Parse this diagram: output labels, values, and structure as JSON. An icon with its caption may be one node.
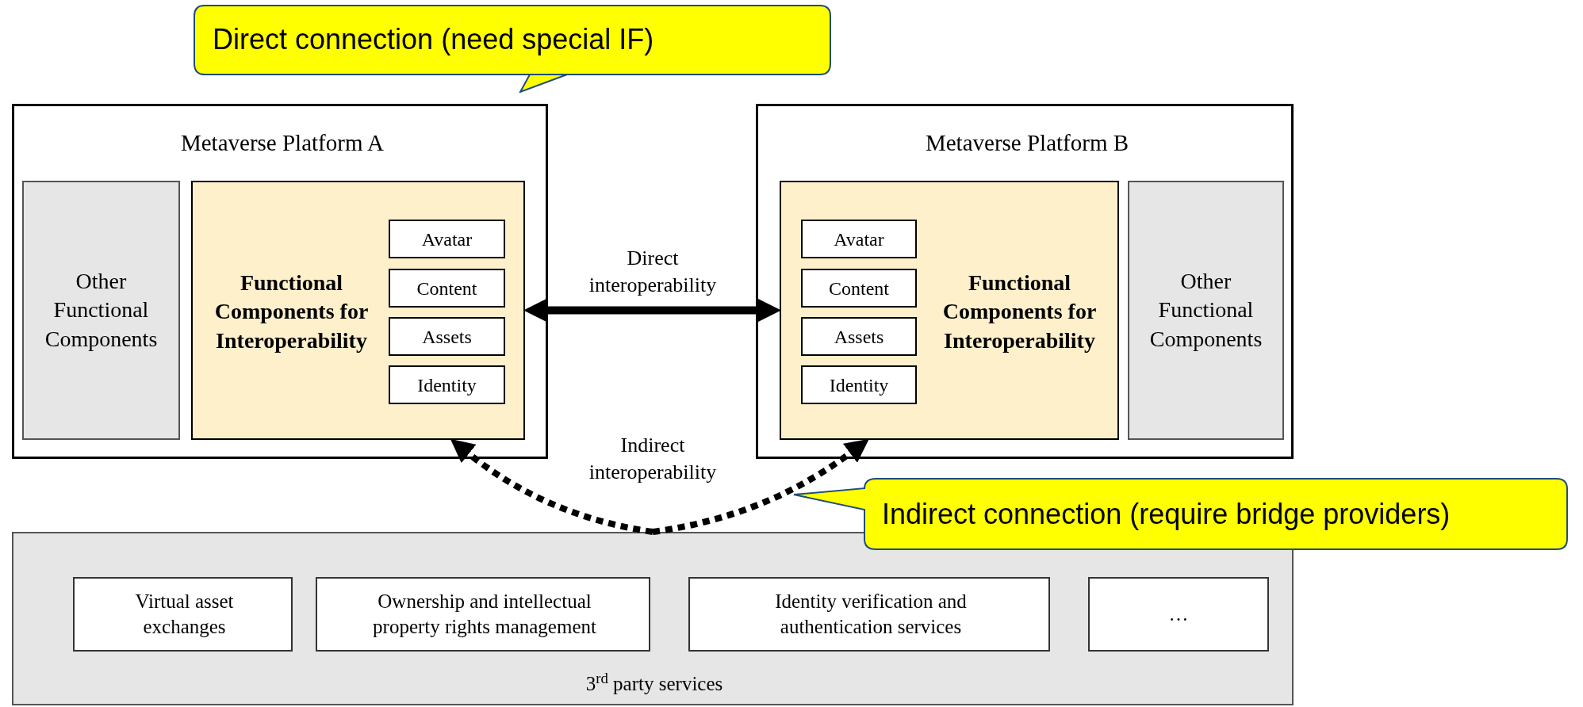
{
  "diagram": {
    "nodes": [
      {
        "text": [
          "Direct connection (need special IF)"
        ]
      },
      {
        "text": [
          "Metaverse Platform A"
        ]
      },
      {
        "text": [
          "Other Functional Components"
        ],
        "in": 1
      },
      {
        "text": [
          "Functional Components for Interoperability"
        ],
        "in": 1
      },
      {
        "text": [
          "Avatar"
        ],
        "in": 3
      },
      {
        "text": [
          "Content"
        ],
        "in": 3
      },
      {
        "text": [
          "Assets"
        ],
        "in": 3
      },
      {
        "text": [
          "Identity"
        ],
        "in": 3
      },
      {
        "text": [
          "Metaverse Platform B"
        ]
      },
      {
        "text": [
          "Functional Components for Interoperability"
        ],
        "in": 8
      },
      {
        "text": [
          "Avatar"
        ],
        "in": 9
      },
      {
        "text": [
          "Content"
        ],
        "in": 9
      },
      {
        "text": [
          "Assets"
        ],
        "in": 9
      },
      {
        "text": [
          "Identity"
        ],
        "in": 9
      },
      {
        "text": [
          "Other Functional Components"
        ],
        "in": 8
      },
      {
        "text": [
          "Indirect connection (require bridge providers)"
        ]
      },
      {
        "text": [
          "3$^{rd}$ party services"
        ]
      },
      {
        "text": [
          "Virtual asset exchanges"
        ],
        "in": 16
      },
      {
        "text": [
          "Ownership and intellectual property rights management"
        ],
        "in": 16
      },
      {
        "text": [
          "Identity verification and authentication services"
        ],
        "in": 16
      },
      {
        "text": [
          "…"
        ],
        "in": 16
      }
    ],
    "edges": [
      {
        "from": 3,
        "to": 9,
        "arrow": "both",
        "label": "Direct interoperability"
      },
      {
        "from": 16,
        "to": 3,
        "arrow": "to",
        "style": "dashed"
      },
      {
        "from": 16,
        "to": 9,
        "arrow": "to",
        "style": "dashed"
      }
    ],
    "labels": [
      "Indirect interoperability"
    ]
  }
}
